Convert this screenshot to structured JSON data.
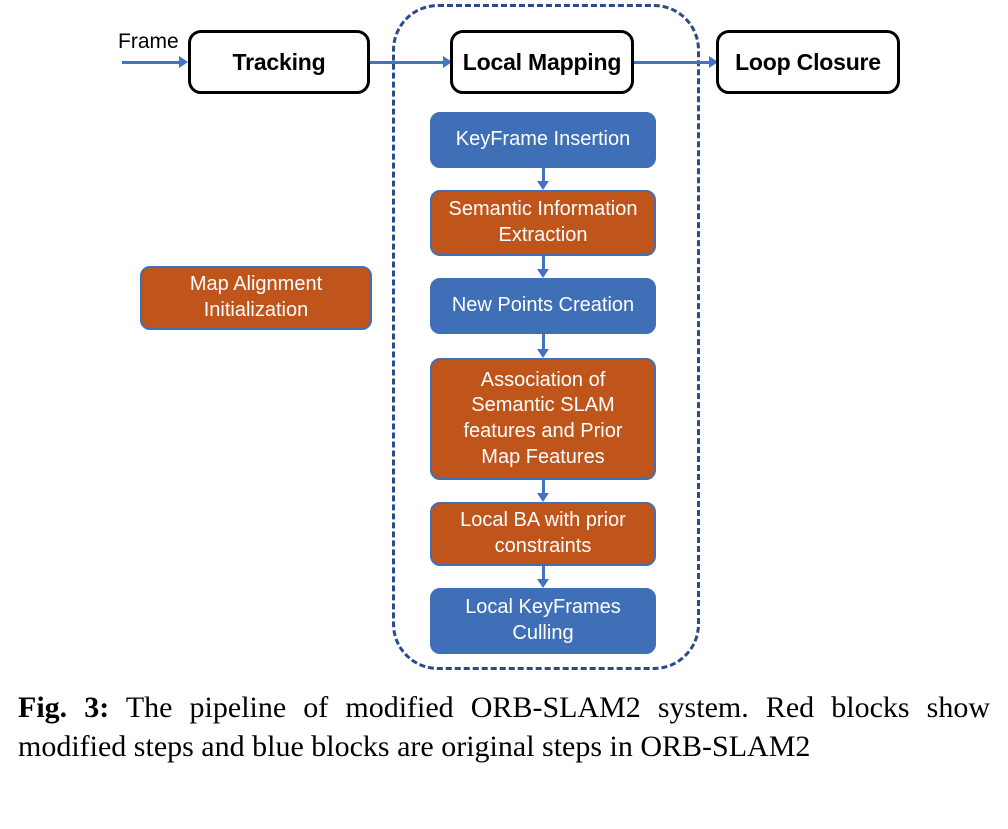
{
  "figure": {
    "input_label": "Frame",
    "top_boxes": [
      {
        "id": "tracking",
        "label": "Tracking"
      },
      {
        "id": "local-mapping",
        "label": "Local Mapping"
      },
      {
        "id": "loop-closure",
        "label": "Loop Closure"
      }
    ],
    "side_block": {
      "id": "map-alignment-initialization",
      "label": "Map Alignment\nInitialization",
      "line1": "Map Alignment",
      "line2": "Initialization",
      "type": "modified",
      "color": "#C0551B"
    },
    "pipeline_blocks": [
      {
        "id": "keyframe-insertion",
        "label": "KeyFrame Insertion",
        "lines": [
          "KeyFrame Insertion"
        ],
        "type": "original",
        "color": "#3E6FB7"
      },
      {
        "id": "semantic-information-extraction",
        "label": "Semantic Information Extraction",
        "lines": [
          "Semantic Information",
          "Extraction"
        ],
        "type": "modified",
        "color": "#C0551B"
      },
      {
        "id": "new-points-creation",
        "label": "New Points Creation",
        "lines": [
          "New Points Creation"
        ],
        "type": "original",
        "color": "#3E6FB7"
      },
      {
        "id": "association-of-semantic-slam-features-and-prior-map-features",
        "label": "Association of Semantic SLAM features and Prior Map Features",
        "lines": [
          "Association of",
          "Semantic SLAM",
          "features and Prior",
          "Map Features"
        ],
        "type": "modified",
        "color": "#C0551B"
      },
      {
        "id": "local-ba-with-prior-constraints",
        "label": "Local BA with prior constraints",
        "lines": [
          "Local BA with prior",
          "constraints"
        ],
        "type": "modified",
        "color": "#C0551B"
      },
      {
        "id": "local-keyframes-culling",
        "label": "Local KeyFrames Culling",
        "lines": [
          "Local KeyFrames",
          "Culling"
        ],
        "type": "original",
        "color": "#3E6FB7"
      }
    ],
    "colors": {
      "original_blue": "#3E6FB7",
      "modified_orange": "#C0551B",
      "arrow_blue": "#4472C4",
      "dashed_region": "#2B4A8B",
      "box_outline": "#000000"
    }
  },
  "caption": {
    "label": "Fig. 3:",
    "text": "The pipeline of modified ORB-SLAM2 system. Red blocks show modified steps and blue blocks are original steps in ORB-SLAM2"
  }
}
